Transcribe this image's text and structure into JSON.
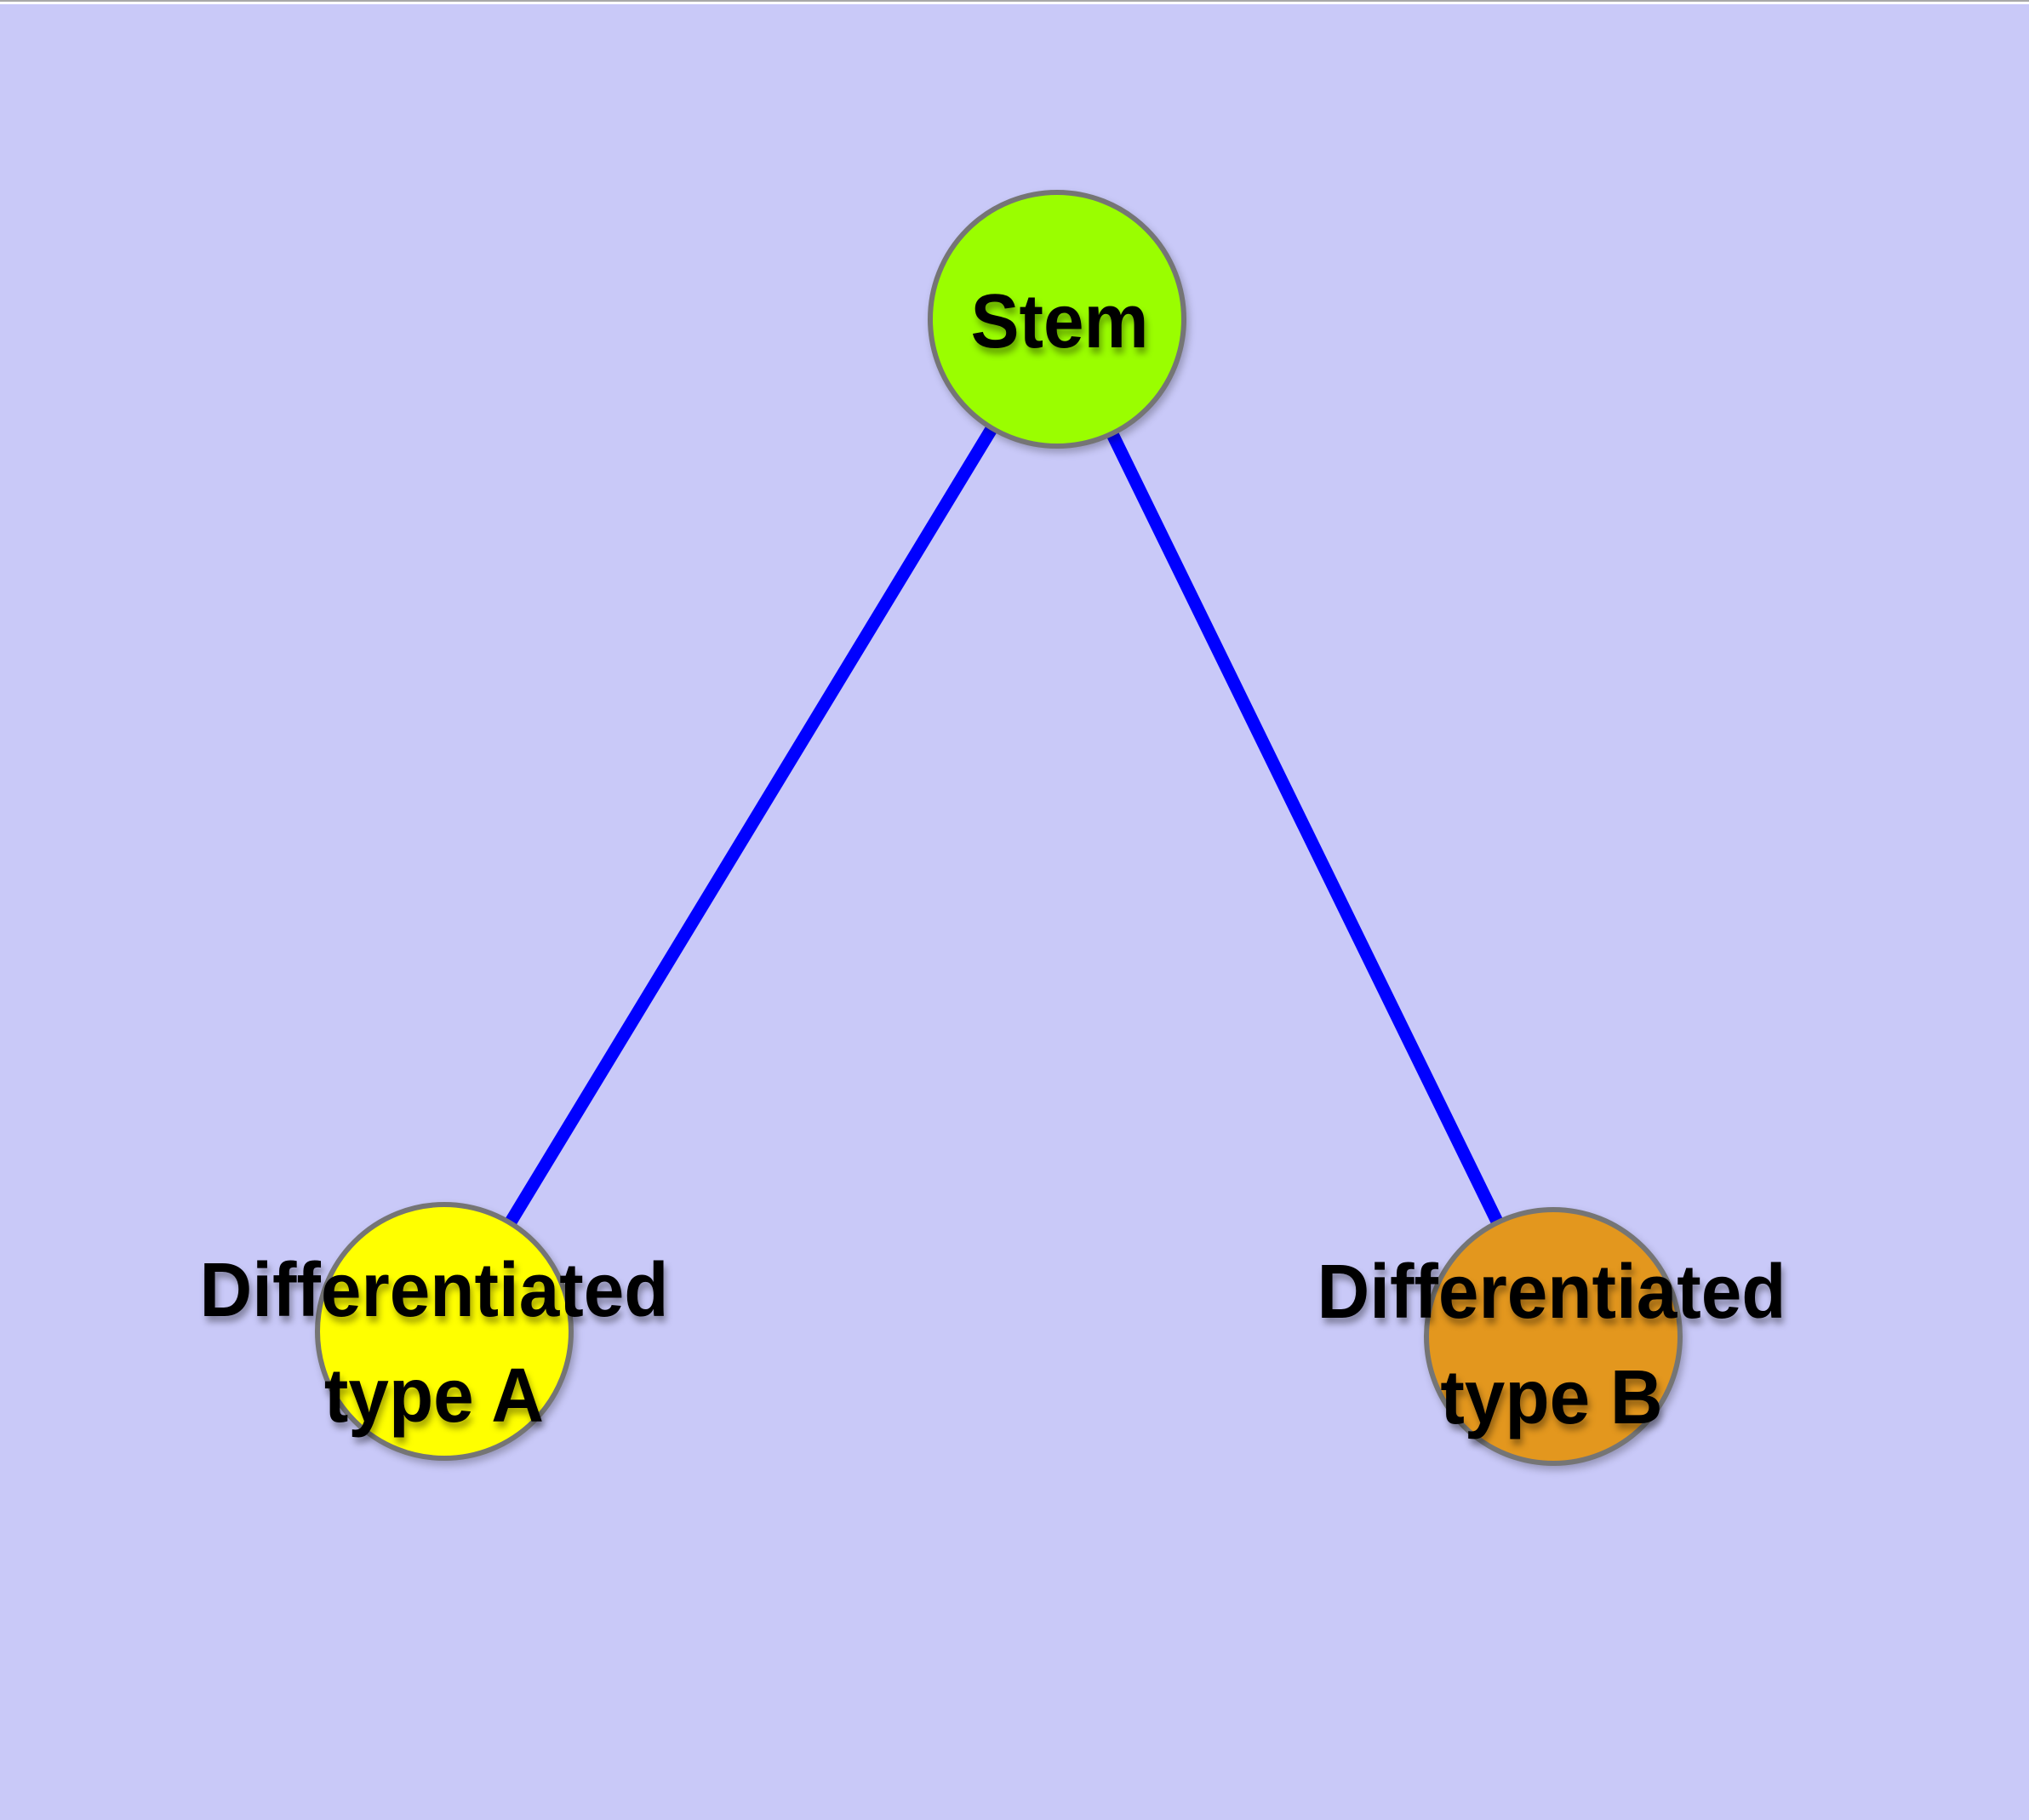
{
  "diagram": {
    "background_color": "#c9c9f8",
    "top_strip_color": "#ffffff",
    "top_strip_border_color": "#a8a8a8"
  },
  "edge_style": {
    "color": "#0000ff"
  },
  "node_style": {
    "border_color": "#757575",
    "label_color": "#000000"
  },
  "nodes": [
    {
      "id": "stem",
      "label": "Stem",
      "label_lines": [
        "Stem"
      ],
      "fill": "#9afe00"
    },
    {
      "id": "differentiated-type-a",
      "label": "Differentiated type A",
      "label_lines": [
        "Differentiated",
        "type A"
      ],
      "fill": "#ffff00"
    },
    {
      "id": "differentiated-type-b",
      "label": "Differentiated type B",
      "label_lines": [
        "Differentiated",
        "type B"
      ],
      "fill": "#e3971e"
    }
  ],
  "edges": [
    {
      "from": "stem",
      "to": "differentiated-type-a"
    },
    {
      "from": "stem",
      "to": "differentiated-type-b"
    }
  ]
}
